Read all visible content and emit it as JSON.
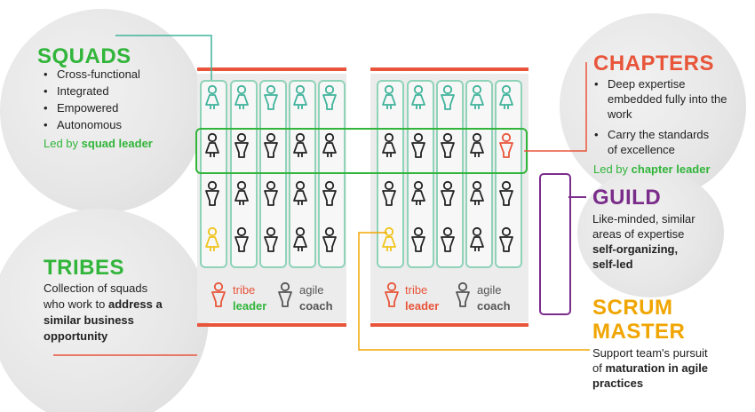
{
  "squads": {
    "title": "SQUADS",
    "bullets": [
      "Cross-functional",
      "Integrated",
      "Empowered",
      "Autonomous"
    ],
    "led_prefix": "Led by ",
    "led_role": "squad leader"
  },
  "tribes": {
    "title": "TRIBES",
    "line1": "Collection of squads",
    "line2_prefix": "who work to ",
    "line2_bold": "address a",
    "line3": "similar business",
    "line4": "opportunity"
  },
  "chapters": {
    "title": "CHAPTERS",
    "bullets": [
      [
        "Deep expertise",
        "embedded fully into the",
        "work"
      ],
      [
        "Carry the standards",
        "of excellence"
      ]
    ],
    "led_prefix": "Led by ",
    "led_role": "chapter leader"
  },
  "guild": {
    "title": "GUILD",
    "line1": "Like-minded, similar",
    "line2": "areas of expertise",
    "line3": "self-organizing,",
    "line4": "self-led"
  },
  "scrum": {
    "title1": "SCRUM",
    "title2": "MASTER",
    "line1": "Support team's pursuit",
    "line2_prefix": "of ",
    "line2_bold": "maturation in agile",
    "line3": "practices"
  },
  "legend": {
    "tribe1": "tribe",
    "tribe2": "leader",
    "coach1": "agile",
    "coach2": "coach"
  },
  "colors": {
    "squad": "#31b53a",
    "chapter": "#e8553a",
    "guild": "#7b2d8b",
    "scrum": "#f0a500",
    "member": "#222222",
    "column": "#8fd3b9",
    "teal_figure": "#3fb39a",
    "tribe_lead": "#f0c419"
  },
  "icons": [
    "person-female-icon",
    "person-male-icon"
  ]
}
